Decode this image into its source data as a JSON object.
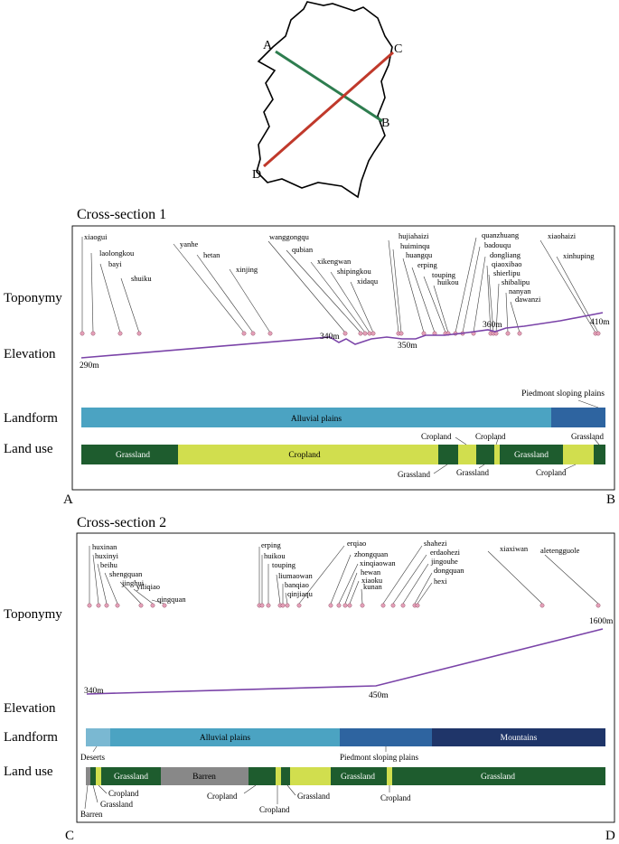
{
  "map": {
    "labels": [
      "A",
      "B",
      "C",
      "D"
    ],
    "line_colors": {
      "AB": "#2e7d4f",
      "CD": "#c0392b"
    }
  },
  "sections": [
    {
      "title": "Cross-section 1",
      "rows": [
        "Toponymy",
        "Elevation",
        "Landform",
        "Land use"
      ],
      "start_label": "A",
      "end_label": "B",
      "toponyms": [
        "xiaogui",
        "laolongkou",
        "bayi",
        "shuiku",
        "yanhe",
        "hetan",
        "xinjing",
        "wanggongqu",
        "qubian",
        "xikengwan",
        "shipingkou",
        "xidaqu",
        "hujiahaizi",
        "huiminqu",
        "huangqu",
        "erping",
        "touping",
        "huikou",
        "quanzhuang",
        "badouqu",
        "dongliang",
        "qiaoxibao",
        "shierlipu",
        "shibalipu",
        "nanyan",
        "dawanzi",
        "xiaohaizi",
        "xinhuping"
      ],
      "elevation_labels": [
        "290m",
        "340m",
        "350m",
        "360m",
        "410m"
      ],
      "landform_bands": [
        "Alluvial plains",
        "Piedmont sloping plains"
      ],
      "landuse_labels": [
        "Grassland",
        "Cropland",
        "Cropland",
        "Cropland",
        "Grassland",
        "Grassland",
        "Grassland",
        "Grassland",
        "Cropland"
      ]
    },
    {
      "title": "Cross-section 2",
      "rows": [
        "Toponymy",
        "Elevation",
        "Landform",
        "Land use"
      ],
      "start_label": "C",
      "end_label": "D",
      "toponyms": [
        "huxinan",
        "huxinyi",
        "beihu",
        "shengquan",
        "jinghui",
        "yiliqiao",
        "qingquan",
        "erping",
        "huikou",
        "touping",
        "liumaowan",
        "banqiao",
        "qinjiaqu",
        "erqiao",
        "zhongquan",
        "xinqiaowan",
        "hewan",
        "xiaoku",
        "kunan",
        "shahezi",
        "erdaohezi",
        "jingouhe",
        "dongquan",
        "hexi",
        "xiaxiwan",
        "aletengguole"
      ],
      "elevation_labels": [
        "340m",
        "450m",
        "1600m"
      ],
      "landform_bands": [
        "Deserts",
        "Alluvial plains",
        "Piedmont sloping plains",
        "Mountains"
      ],
      "landuse_labels": [
        "Grassland",
        "Barren",
        "Grassland",
        "Grassland",
        "Cropland",
        "Grassland",
        "Barren",
        "Cropland",
        "Cropland",
        "Grassland",
        "Cropland"
      ]
    }
  ],
  "colors": {
    "grassland": "#1e5c2e",
    "cropland": "#d1de4e",
    "barren": "#888888",
    "alluvial": "#4ba3c2",
    "piedmont": "#2e64a0",
    "mountains": "#1f3569",
    "deserts": "#7ab8d2",
    "elevation_line": "#7a43a8",
    "dot": "#e4a0b8"
  }
}
